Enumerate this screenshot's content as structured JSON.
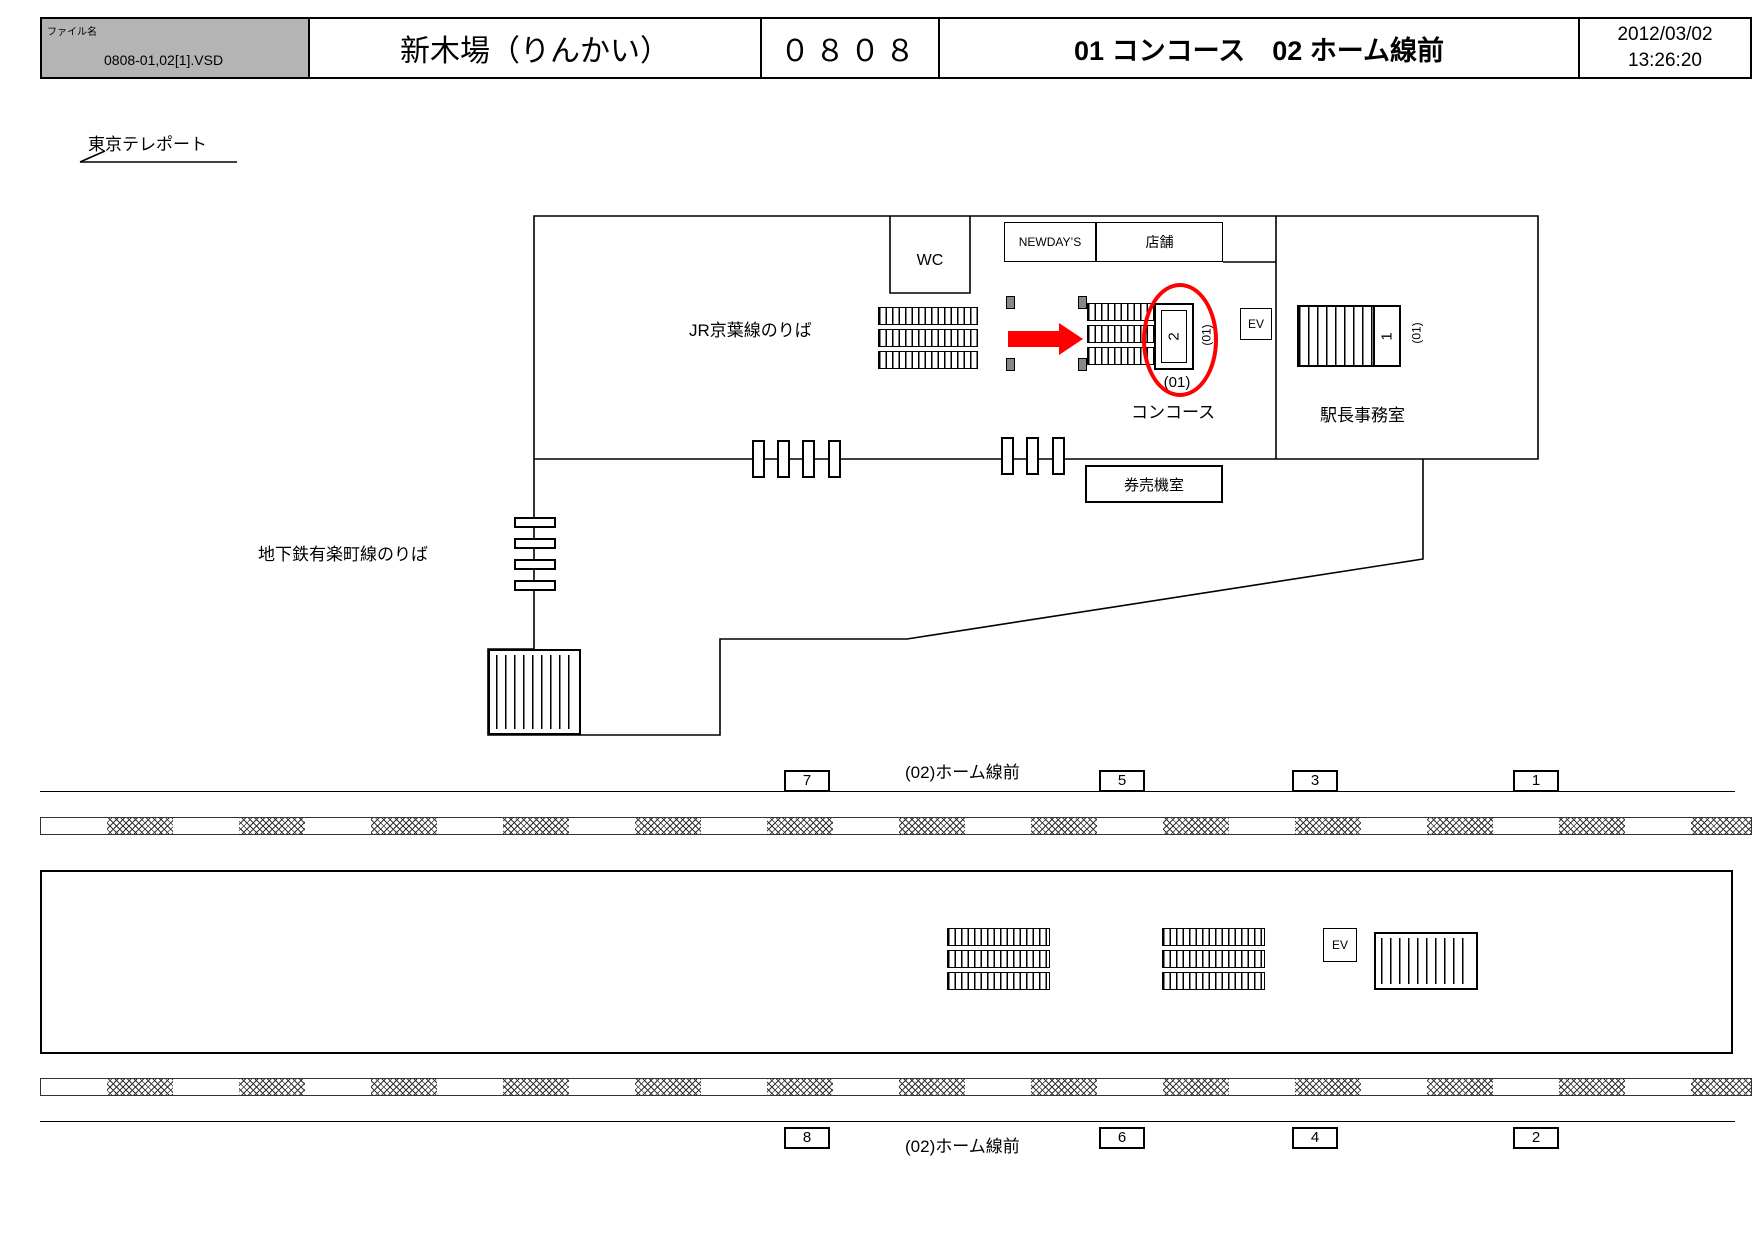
{
  "header": {
    "file_label": "ファイル名",
    "file_name": "0808-01,02[1].VSD",
    "station_name": "新木場（りんかい）",
    "station_code": "０８０８",
    "location_title": "01 コンコース　02 ホーム線前",
    "date": "2012/03/02",
    "time": "13:26:20"
  },
  "direction_label": "東京テレポート",
  "floorplan": {
    "wc_label": "WC",
    "newdays_label": "NEWDAY’S",
    "shop_label": "店舗",
    "jr_keiyo_label": "JR京葉線のりば",
    "concourse_label": "コンコース",
    "ev_label": "EV",
    "office_label": "駅長事務室",
    "ticket_room_label": "券売機室",
    "subway_label": "地下鉄有楽町線のりば",
    "pos2": {
      "number": "2",
      "zone_v": "(01)",
      "zone_h": "(01)"
    },
    "pos1": {
      "number": "1",
      "zone_v": "(01)"
    }
  },
  "platform": {
    "top_label": "(02)ホーム線前",
    "bottom_label": "(02)ホーム線前",
    "top_numbers": [
      "7",
      "5",
      "3",
      "1"
    ],
    "bottom_numbers": [
      "8",
      "6",
      "4",
      "2"
    ],
    "ev_label": "EV"
  },
  "colors": {
    "highlight_red": "#ff0000",
    "header_gray": "#b4b4b4",
    "line_black": "#000000"
  }
}
